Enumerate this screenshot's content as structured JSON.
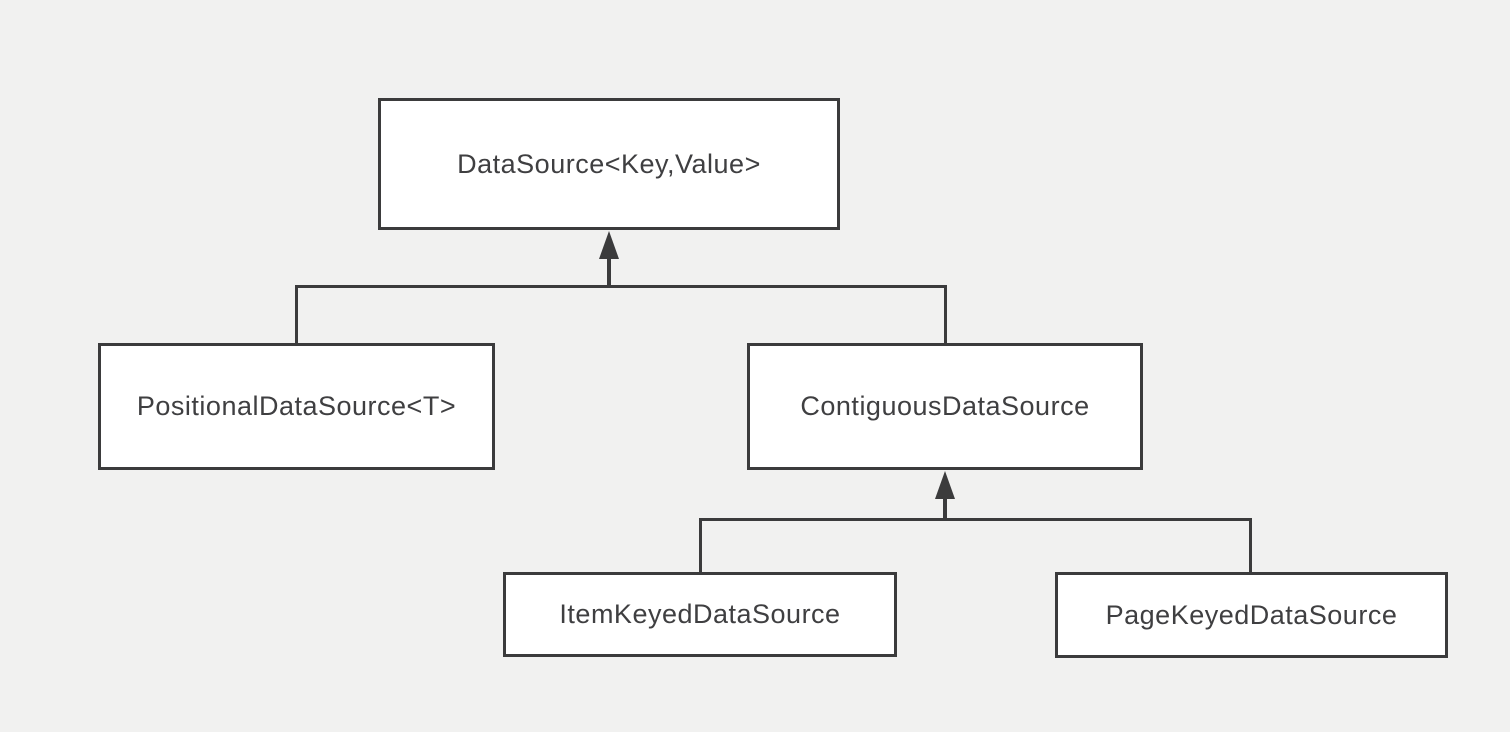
{
  "diagram": {
    "type": "class-hierarchy",
    "colors": {
      "background": "#f1f1f0",
      "node_fill": "#ffffff",
      "node_border": "#3b3b3c",
      "text": "#3f3f41",
      "connector": "#3b3b3c"
    },
    "nodes": [
      {
        "id": "datasource",
        "label": "DataSource<Key,Value>"
      },
      {
        "id": "positional",
        "label": "PositionalDataSource<T>"
      },
      {
        "id": "contiguous",
        "label": "ContiguousDataSource"
      },
      {
        "id": "itemkeyed",
        "label": "ItemKeyedDataSource"
      },
      {
        "id": "pagekeyed",
        "label": "PageKeyedDataSource"
      }
    ],
    "edges": [
      {
        "from": "PositionalDataSource<T>",
        "to": "DataSource<Key,Value>",
        "style": "solid-arrow-up"
      },
      {
        "from": "ContiguousDataSource",
        "to": "DataSource<Key,Value>",
        "style": "solid-arrow-up"
      },
      {
        "from": "ItemKeyedDataSource",
        "to": "ContiguousDataSource",
        "style": "solid-arrow-up"
      },
      {
        "from": "PageKeyedDataSource",
        "to": "ContiguousDataSource",
        "style": "solid-arrow-up"
      }
    ]
  }
}
